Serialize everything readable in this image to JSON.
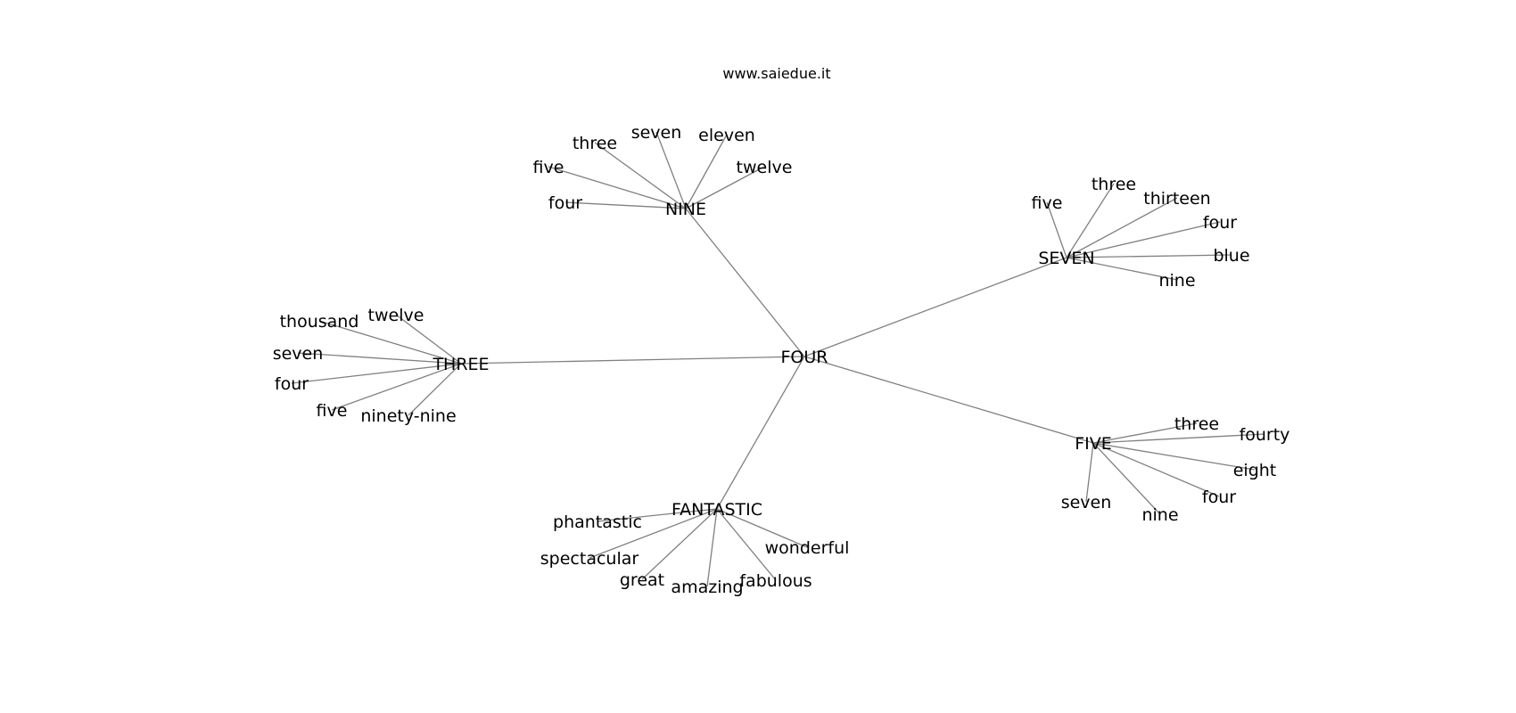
{
  "header": {
    "site": "www.saiedue.it"
  },
  "style": {
    "edge_color": "#808080",
    "text_color": "#000000",
    "background": "#ffffff"
  },
  "graph": {
    "root": "FOUR",
    "branches": [
      {
        "hub": "NINE",
        "leaves": [
          "four",
          "five",
          "three",
          "seven",
          "eleven",
          "twelve"
        ]
      },
      {
        "hub": "SEVEN",
        "leaves": [
          "five",
          "three",
          "thirteen",
          "four",
          "blue",
          "nine"
        ]
      },
      {
        "hub": "THREE",
        "leaves": [
          "thousand",
          "twelve",
          "seven",
          "four",
          "five",
          "ninety-nine"
        ]
      },
      {
        "hub": "FIVE",
        "leaves": [
          "three",
          "fourty",
          "eight",
          "four",
          "nine",
          "seven"
        ]
      },
      {
        "hub": "FANTASTIC",
        "leaves": [
          "phantastic",
          "spectacular",
          "great",
          "amazing",
          "fabulous",
          "wonderful"
        ]
      }
    ]
  }
}
